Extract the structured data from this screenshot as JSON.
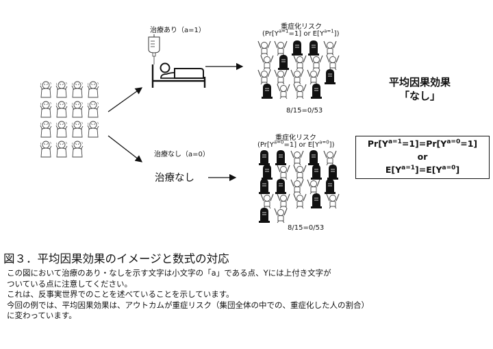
{
  "treated": {
    "label": "治療あり（a=1）",
    "risk_title": "重症化リスク",
    "risk_expr": {
      "p1": "(Pr[Y",
      "sup1": "a=1",
      "p2": "=1] or E[Y",
      "sup2": "a=1",
      "p3": "])"
    },
    "ratio": "8/15=0/53"
  },
  "untreated": {
    "label": "治療なし（a=0）",
    "action_text": "治療なし",
    "risk_title": "重症化リスク",
    "risk_expr": {
      "p1": "(Pr[Y",
      "sup1": "a=0",
      "p2": "=1] or E[Y",
      "sup2": "a=0",
      "p3": "])"
    },
    "ratio": "8/15=0/53"
  },
  "conclusion": {
    "line1": "平均因果効果",
    "line2": "「なし」"
  },
  "formula": {
    "row1": {
      "p1": "Pr[Y",
      "sup1": "a=1",
      "p2": "=1]=Pr[Y",
      "sup2": "a=0",
      "p3": "=1]"
    },
    "or": "or",
    "row2": {
      "p1": "E[Y",
      "sup1": "a=1",
      "p2": "]=E[Y",
      "sup2": "a=0",
      "p3": "]"
    }
  },
  "caption": {
    "title": "図３．平均因果効果のイメージと数式の対応",
    "lines": [
      "この図において治療のあり・なしを示す文字は小文字の「a」である点、Yには上付き文字が",
      "ついている点に注意してください。",
      "これは、反事実世界でのことを述べていることを示しています。",
      "今回の例では、平均因果効果は、アウトカムが重症リスク（集団全体の中での、重症化した人の割合）",
      "に変わっています。"
    ]
  },
  "colors": {
    "ink": "#111111",
    "stroke": "#555555"
  },
  "population": {
    "rows": [
      4,
      4,
      4,
      3
    ]
  },
  "treated_group": {
    "grid": [
      [
        "person",
        "person",
        "tomb",
        "tomb",
        "person"
      ],
      [
        "person",
        "tomb",
        "person",
        "person",
        "person"
      ],
      [
        "person",
        "person",
        "person",
        "person",
        "tomb"
      ],
      [
        "tomb",
        "person",
        "person",
        "tomb",
        ""
      ]
    ]
  },
  "untreated_group": {
    "grid": [
      [
        "tomb",
        "tomb",
        "person",
        "tomb",
        "person"
      ],
      [
        "tomb",
        "person",
        "person",
        "tomb",
        "tomb"
      ],
      [
        "tomb",
        "tomb",
        "person",
        "person",
        "tomb"
      ],
      [
        "person",
        "person",
        "person",
        "tomb",
        "person"
      ],
      [
        "tomb",
        "person",
        "",
        "",
        ""
      ]
    ]
  }
}
